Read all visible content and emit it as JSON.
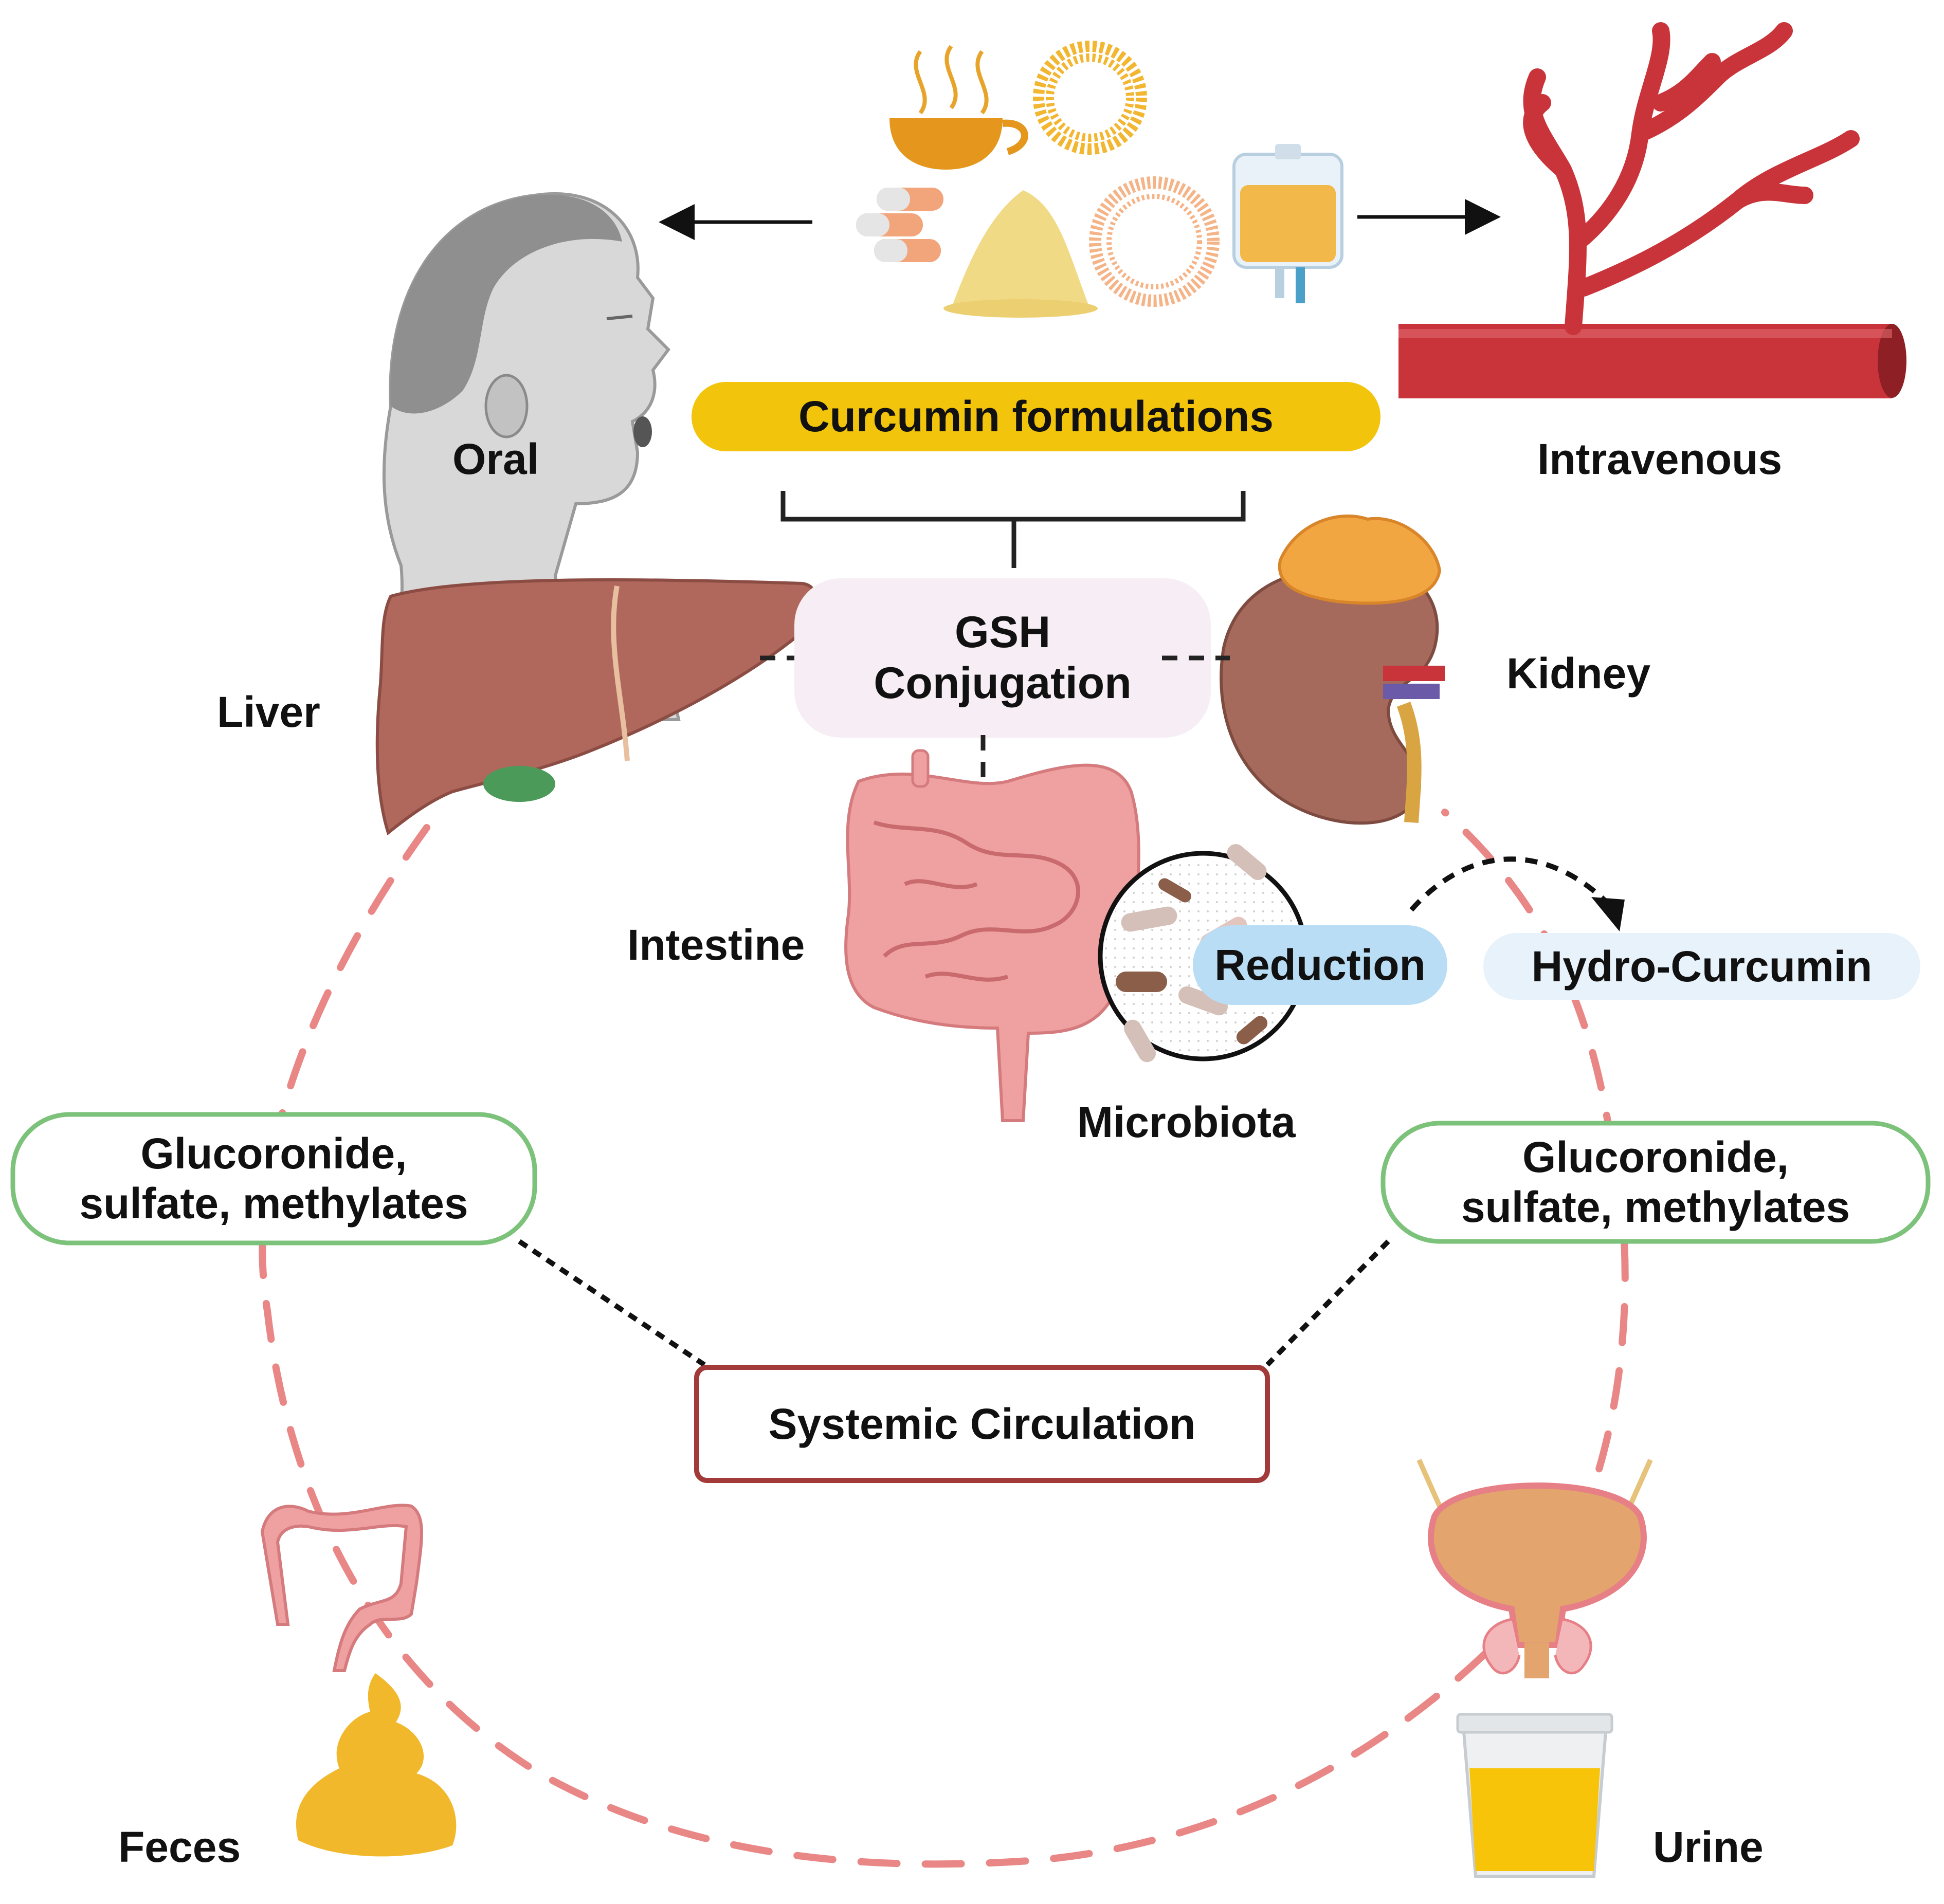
{
  "labels": {
    "oral": "Oral",
    "intravenous": "Intravenous",
    "curcumin_formulations": "Curcumin formulations",
    "liver": "Liver",
    "gsh_line1": "GSH",
    "gsh_line2": "Conjugation",
    "kidney": "Kidney",
    "intestine": "Intestine",
    "reduction": "Reduction",
    "hydro_curcumin": "Hydro-Curcumin",
    "microbiota": "Microbiota",
    "left_metabolites_line1": "Glucoronide,",
    "left_metabolites_line2": "sulfate, methylates",
    "right_metabolites_line1": "Glucoronide,",
    "right_metabolites_line2": "sulfate, methylates",
    "systemic_circulation": "Systemic Circulation",
    "feces": "Feces",
    "urine": "Urine"
  },
  "colors": {
    "formulation_pill": "#F2C40C",
    "gsh_box": "#F6EEF4",
    "reduction_pill": "#B9DDF4",
    "hydro_pill": "#E8F2FA",
    "metabolite_border": "#7CC27A",
    "circulation_border": "#A33A3A",
    "dashed_circle": "#E98786",
    "liver": "#B0675C",
    "kidney": "#A56A5C",
    "vessel": "#C9343A",
    "intestine": "#EFA0A0",
    "yellow": "#F0B82A"
  },
  "icons": [
    "head-icon",
    "cup-icon",
    "liposome-icon",
    "capsules-icon",
    "powder-icon",
    "vesicle-icon",
    "iv-bag-icon",
    "blood-vessel-icon",
    "liver-icon",
    "kidney-icon",
    "intestine-icon",
    "microbiota-icon",
    "colon-icon",
    "feces-icon",
    "bladder-icon",
    "urine-cup-icon"
  ]
}
